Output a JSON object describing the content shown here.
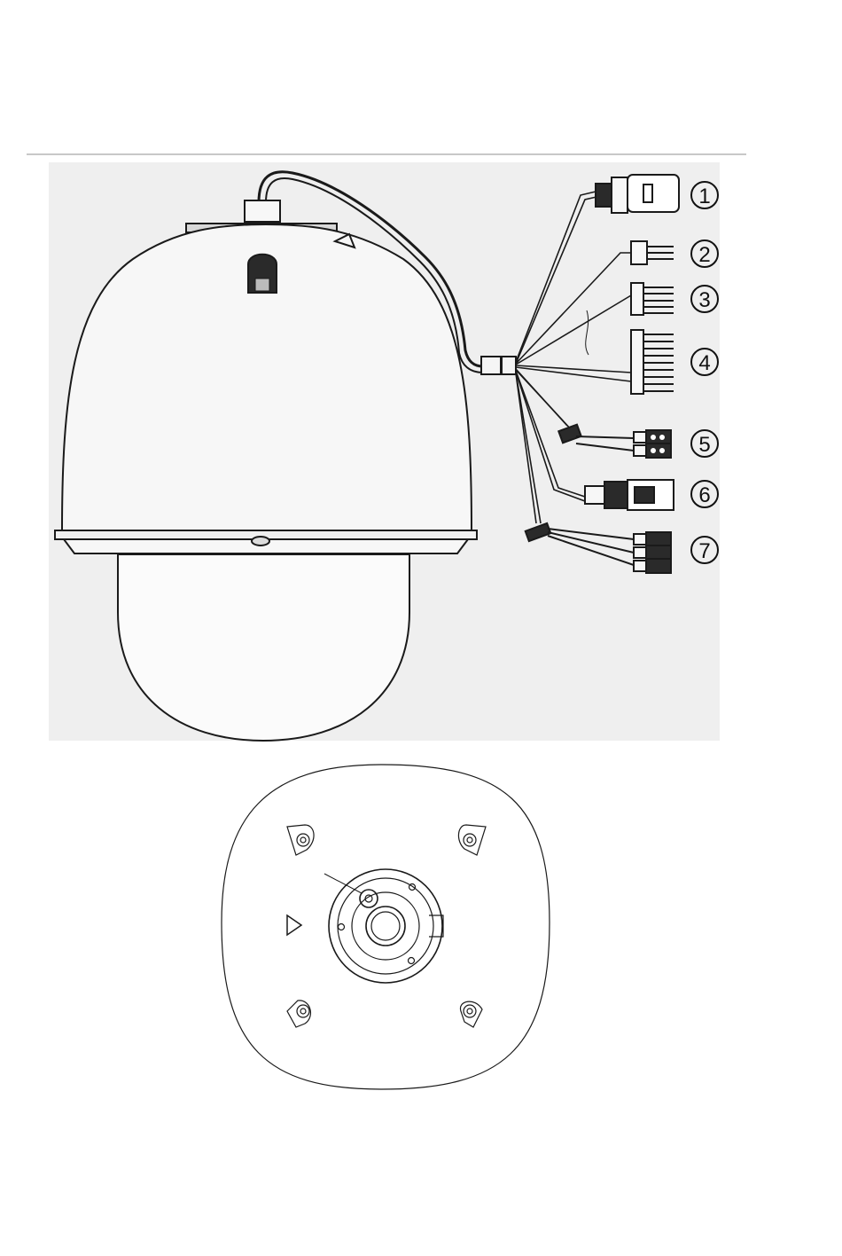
{
  "figure": {
    "callouts": [
      {
        "id": "1",
        "label": "1"
      },
      {
        "id": "2",
        "label": "2"
      },
      {
        "id": "3",
        "label": "3"
      },
      {
        "id": "4",
        "label": "4"
      },
      {
        "id": "5",
        "label": "5"
      },
      {
        "id": "6",
        "label": "6"
      },
      {
        "id": "7",
        "label": "7"
      }
    ]
  },
  "colors": {
    "line": "#1a1a1a",
    "panel": "#efefef",
    "rule": "#c8c8c8"
  }
}
